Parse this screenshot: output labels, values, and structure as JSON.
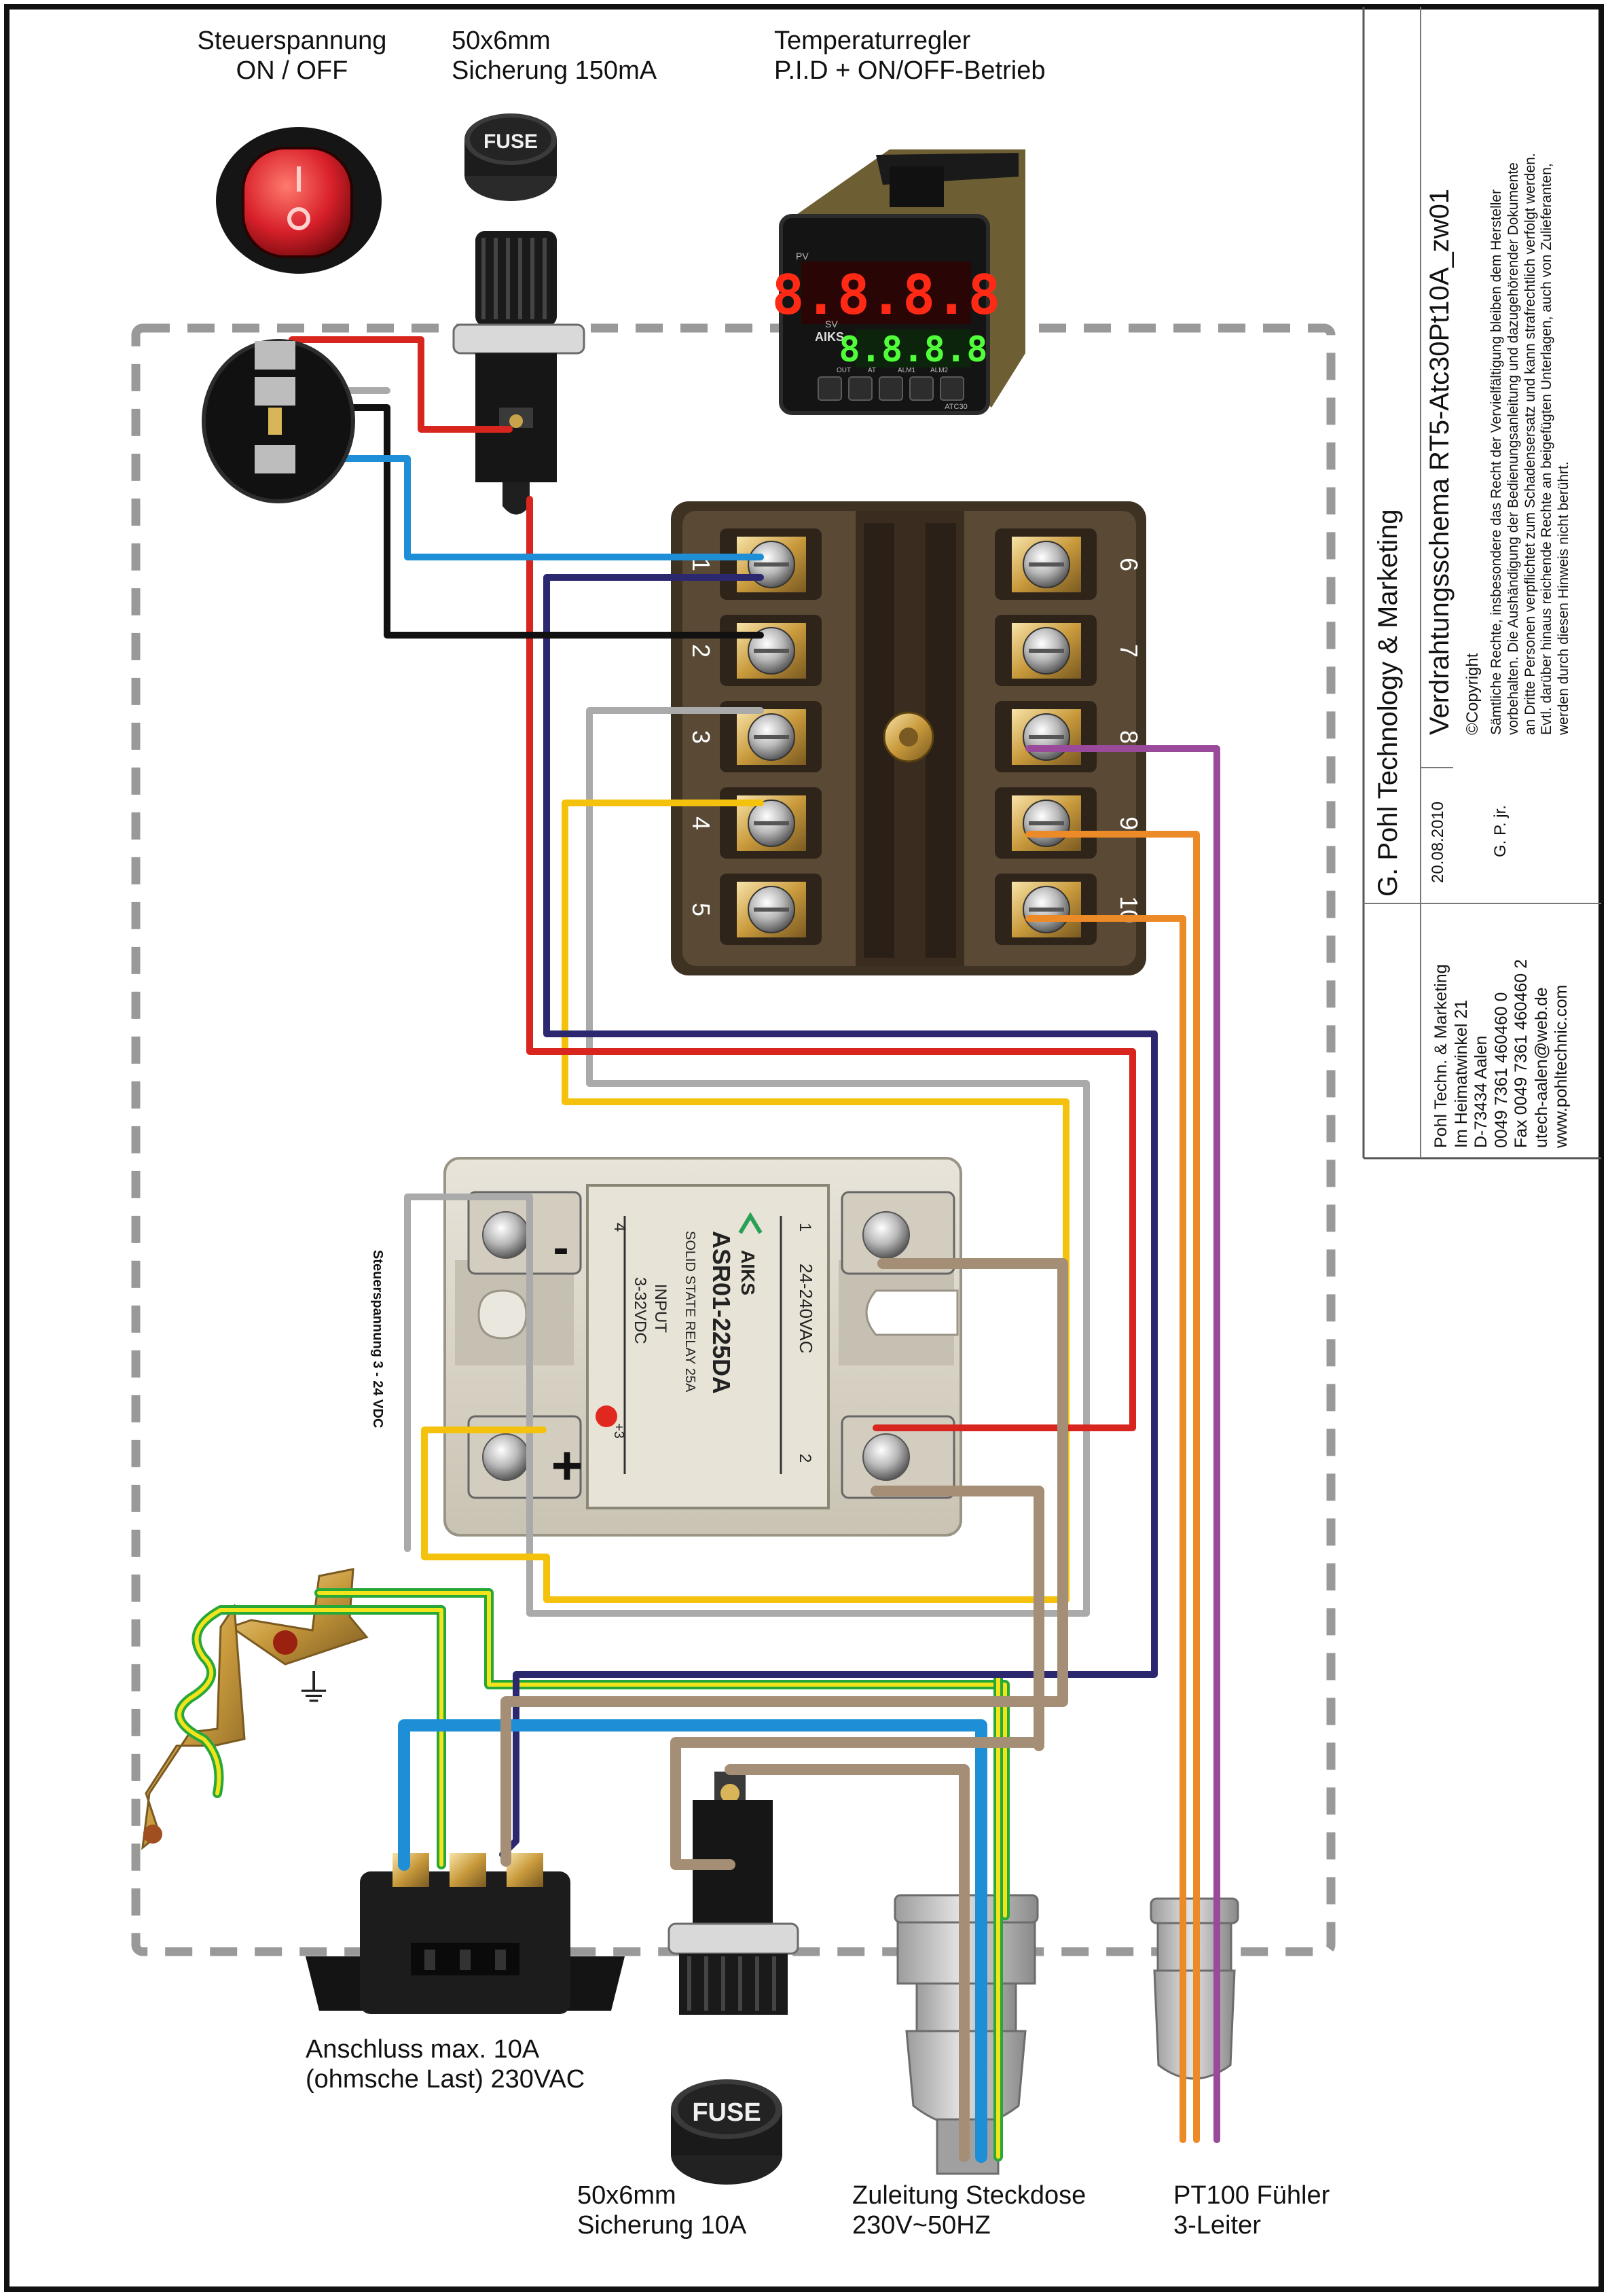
{
  "labels": {
    "switch": [
      "Steuerspannung",
      "ON / OFF"
    ],
    "fuse_top": [
      "50x6mm",
      "Sicherung 150mA"
    ],
    "controller": [
      "Temperaturregler",
      "P.I.D + ON/OFF-Betrieb"
    ],
    "outlet": [
      "Anschluss max. 10A",
      "(ohmsche Last) 230VAC"
    ],
    "fuse_bottom": [
      "50x6mm",
      "Sicherung 10A"
    ],
    "supply": [
      "Zuleitung Steckdose",
      "230V~50HZ"
    ],
    "sensor": [
      "PT100 Fühler",
      "3-Leiter"
    ],
    "ssr_side": "Steuerspannung 3 - 24 VDC",
    "ssr_minus": "-",
    "ssr_plus": "+",
    "ground_symbol": "⏚"
  },
  "fuse_cap": "FUSE",
  "controller_device": {
    "brand": "AIKS",
    "model": "ATC30",
    "pv": "PV",
    "sv": "SV",
    "display_top": "8.8.8.8",
    "display_bottom": "8.8.8.8",
    "keys": [
      "OUT",
      "AT",
      "ALM1",
      "ALM2"
    ]
  },
  "terminals": {
    "left": [
      "1",
      "2",
      "3",
      "4",
      "5"
    ],
    "right": [
      "6",
      "7",
      "8",
      "9",
      "10"
    ]
  },
  "ssr": {
    "brand": "AIKS",
    "model": "ASR01-225DA",
    "type": "SOLID STATE RELAY 25A",
    "input": "INPUT",
    "input_range": "3-32VDC",
    "output_range": "24-240VAC",
    "pin1": "1",
    "pin2": "2",
    "pin3": "+3",
    "pin4": "4"
  },
  "title_block": {
    "company": "G. Pohl Technology & Marketing",
    "drawing": "Verdrahtungsschema  RT5-Atc30Pt10A_zw01",
    "date": "20.08.2010",
    "author": "G. P. jr.",
    "copyright_title": "©Copyright",
    "copyright_text": [
      "Sämtliche Rechte, insbesondere das Recht der Vervielfältigung bleiben dem Hersteller",
      "vorbehalten. Die Aushändigung der Bedienungsanleitung und dazugehörender Dokumente",
      "an Dritte Personen verpflichtet zum Schadensersatz und kann strafrechtlich verfolgt werden.",
      "Evtl. darüber hinaus reichende Rechte an beigefügten Unterlagen, auch von Zulieferanten,",
      "werden durch diesen Hinweis nicht berührt."
    ],
    "address": [
      "Pohl Techn. & Marketing",
      "Im Heimatwinkel 21",
      "D-73434 Aalen",
      "0049 7361 460460 0",
      "Fax 0049 7361 460460 2",
      "utech-aalen@web.de",
      "www.pohltechnic.com"
    ]
  },
  "colors": {
    "red": "#d8261e",
    "blue": "#1e8fd6",
    "black": "#111111",
    "navy": "#2b2870",
    "gray": "#aaaaaa",
    "yellow": "#f4c20d",
    "purple": "#9a4a9a",
    "orange": "#ec8a28",
    "brown": "#a48e76",
    "green": "#29a83a",
    "greenyellow": "#f2e31a"
  }
}
